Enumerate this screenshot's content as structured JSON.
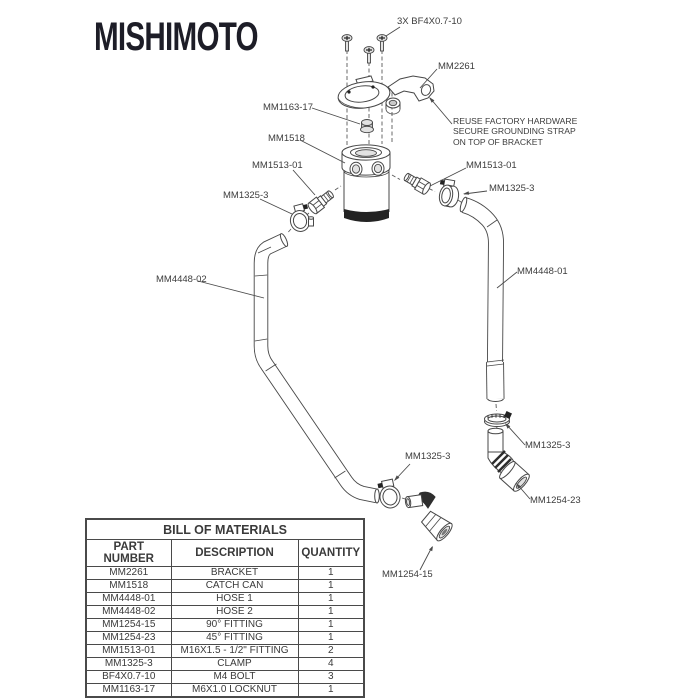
{
  "brand": {
    "logo_text": "MISHIMOTO"
  },
  "diagram": {
    "callouts": {
      "bolts": "3X BF4X0.7-10",
      "bracket": "MM2261",
      "locknut": "MM1163-17",
      "catch_can": "MM1518",
      "fitting_left": "MM1513-01",
      "fitting_right": "MM1513-01",
      "clamp_left": "MM1325-3",
      "clamp_right": "MM1325-3",
      "hose_2": "MM4448-02",
      "hose_1": "MM4448-01",
      "clamp_lower_right": "MM1325-3",
      "fitting_45": "MM1254-23",
      "clamp_lower_center": "MM1325-3",
      "fitting_90": "MM1254-15"
    },
    "note_lines": [
      "REUSE FACTORY HARDWARE",
      "SECURE GROUNDING STRAP",
      "ON TOP OF BRACKET"
    ]
  },
  "bom": {
    "title": "BILL OF MATERIALS",
    "columns": [
      "PART NUMBER",
      "DESCRIPTION",
      "QUANTITY"
    ],
    "rows": [
      [
        "MM2261",
        "BRACKET",
        "1"
      ],
      [
        "MM1518",
        "CATCH CAN",
        "1"
      ],
      [
        "MM4448-01",
        "HOSE 1",
        "1"
      ],
      [
        "MM4448-02",
        "HOSE 2",
        "1"
      ],
      [
        "MM1254-15",
        "90° FITTING",
        "1"
      ],
      [
        "MM1254-23",
        "45° FITTING",
        "1"
      ],
      [
        "MM1513-01",
        "M16X1.5 - 1/2\" FITTING",
        "2"
      ],
      [
        "MM1325-3",
        "CLAMP",
        "4"
      ],
      [
        "BF4X0.7-10",
        "M4 BOLT",
        "3"
      ],
      [
        "MM1163-17",
        "M6X1.0 LOCKNUT",
        "1"
      ]
    ]
  }
}
